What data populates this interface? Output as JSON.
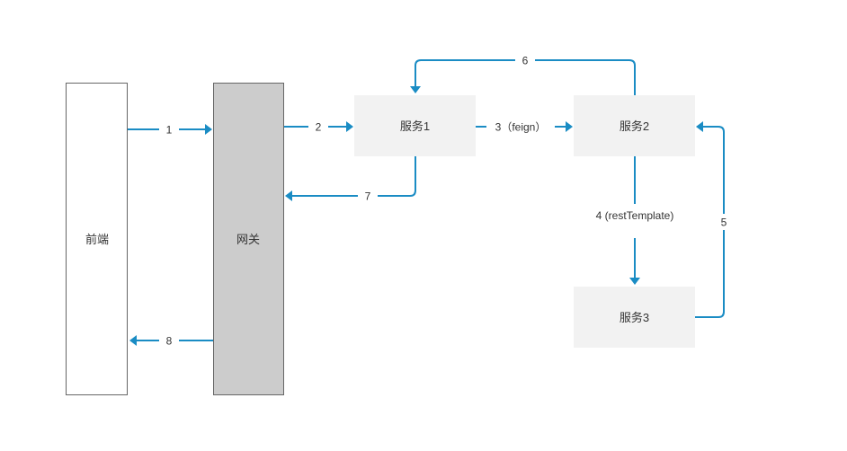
{
  "nodes": {
    "frontend": {
      "label": "前端"
    },
    "gateway": {
      "label": "网关"
    },
    "service1": {
      "label": "服务1"
    },
    "service2": {
      "label": "服务2"
    },
    "service3": {
      "label": "服务3"
    }
  },
  "edges": {
    "e1": {
      "label": "1"
    },
    "e2": {
      "label": "2"
    },
    "e3": {
      "label": "3（feign）"
    },
    "e4": {
      "label": "4 (restTemplate)"
    },
    "e5": {
      "label": "5"
    },
    "e6": {
      "label": "6"
    },
    "e7": {
      "label": "7"
    },
    "e8": {
      "label": "8"
    }
  },
  "colors": {
    "connector": "#1a8cc4",
    "gateway_fill": "#cccccc",
    "service_fill": "#f2f2f2",
    "frontend_fill": "#ffffff",
    "border": "#666666"
  }
}
